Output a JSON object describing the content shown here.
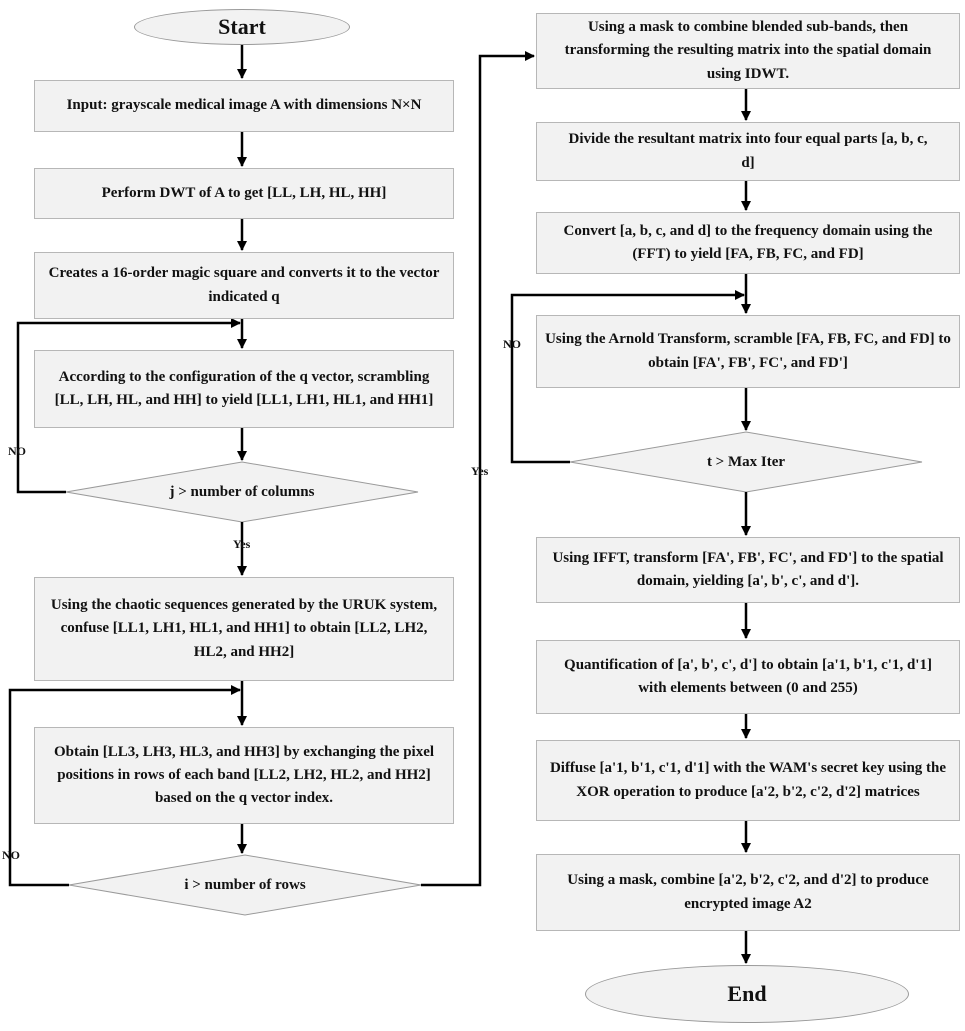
{
  "start_label": "Start",
  "end_label": "End",
  "left_column": {
    "input": "Input: grayscale medical image A with dimensions N×N",
    "dwt": "Perform DWT of A to get [LL, LH, HL, HH]",
    "magic": "Creates a 16-order magic square and converts it to the vector indicated q",
    "scramble": "According to the configuration of the q vector, scrambling [LL, LH, HL, and HH] to yield [LL1, LH1, HL1, and HH1]",
    "decision_cols": "j > number of columns",
    "chaotic": "Using the chaotic sequences generated by the URUK system, confuse  [LL1, LH1, HL1, and HH1] to obtain [LL2, LH2, HL2, and HH2]",
    "exchange": "Obtain [LL3, LH3, HL3, and HH3] by exchanging the pixel positions in rows of each band [LL2, LH2, HL2, and HH2] based on the q vector index.",
    "decision_rows": "i > number of rows"
  },
  "right_column": {
    "mask_idwt": "Using a mask to combine blended sub-bands, then transforming the resulting matrix into the spatial domain using IDWT.",
    "divide": "Divide the resultant matrix into four equal parts [a, b, c, d]",
    "fft": "Convert [a, b, c, and d] to the frequency domain using the (FFT) to yield [FA, FB, FC, and FD]",
    "arnold": "Using the Arnold Transform, scramble [FA, FB, FC, and FD] to obtain [FA', FB', FC', and FD']",
    "decision_iter": "t > Max Iter",
    "ifft": "Using IFFT, transform [FA', FB', FC', and FD'] to the spatial domain, yielding [a', b', c', and d'].",
    "quantify": "Quantification of [a', b', c', d'] to obtain [a'1, b'1, c'1, d'1] with elements between (0 and 255)",
    "diffuse": "Diffuse [a'1, b'1, c'1, d'1] with the WAM's secret key using the XOR operation to produce  [a'2, b'2, c'2, d'2]  matrices",
    "combine": "Using a mask, combine [a'2, b'2, c'2, and d'2] to produce encrypted image A2"
  },
  "labels": {
    "no": "NO",
    "yes": "Yes"
  },
  "colors": {
    "box_fill": "#f2f2f2",
    "box_border": "#b7b7b7",
    "line": "#000000"
  }
}
